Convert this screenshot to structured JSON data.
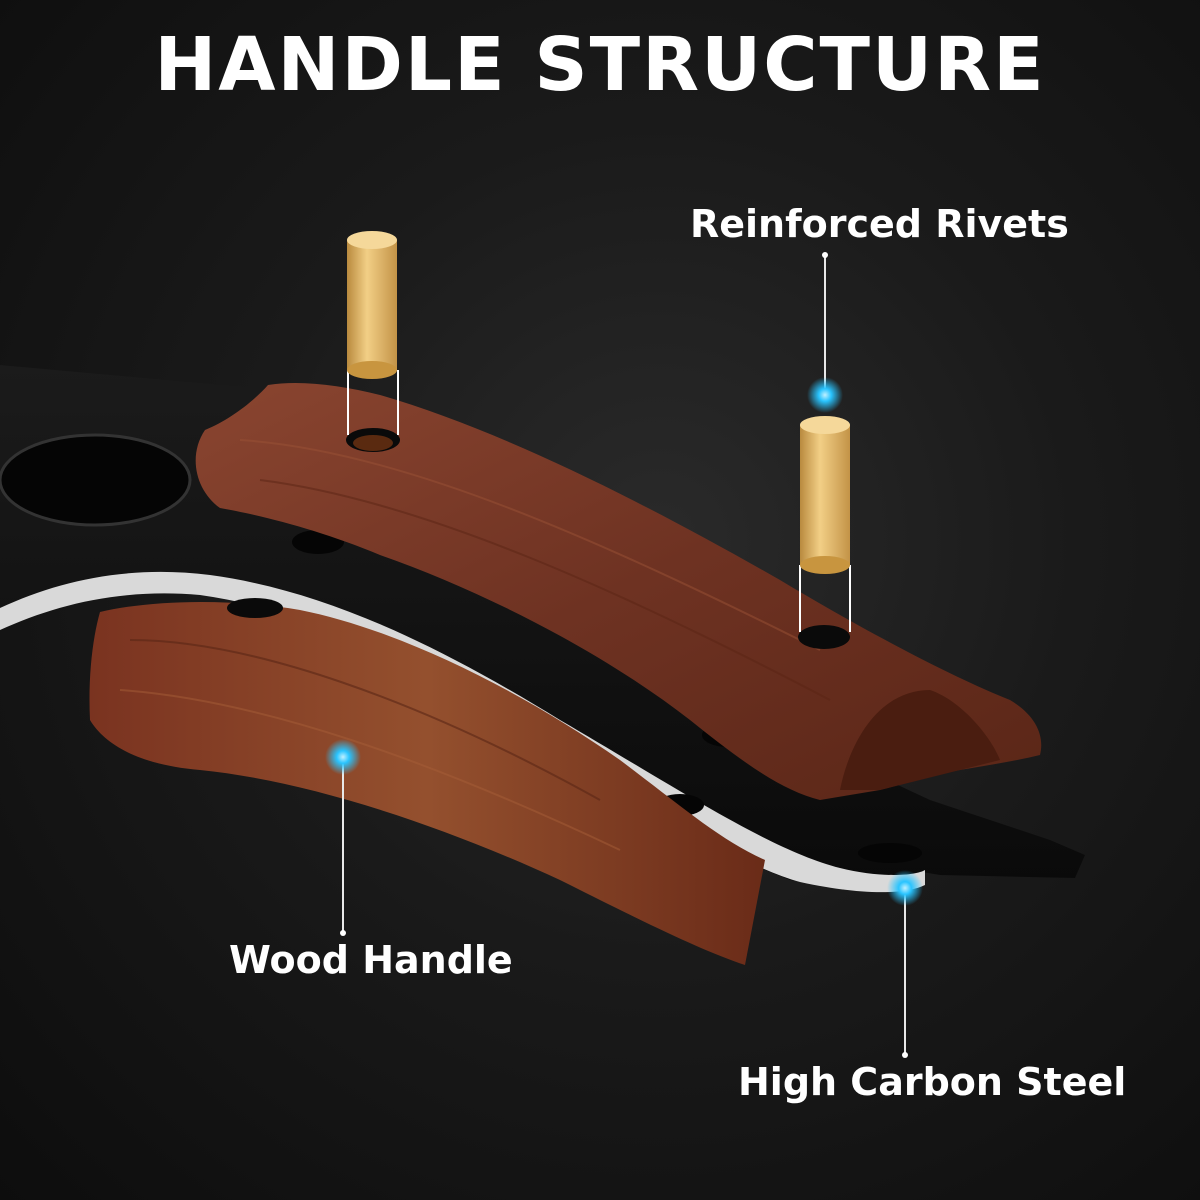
{
  "title": "HANDLE STRUCTURE",
  "callouts": {
    "rivets": "Reinforced Rivets",
    "wood": "Wood Handle",
    "steel": "High Carbon Steel"
  },
  "colors": {
    "background": "#151515",
    "wood": "#7a3a26",
    "brass": "#d9ab5e",
    "steel": "#141414",
    "edge": "#d8d8d8",
    "glow": "#29c4ff"
  }
}
